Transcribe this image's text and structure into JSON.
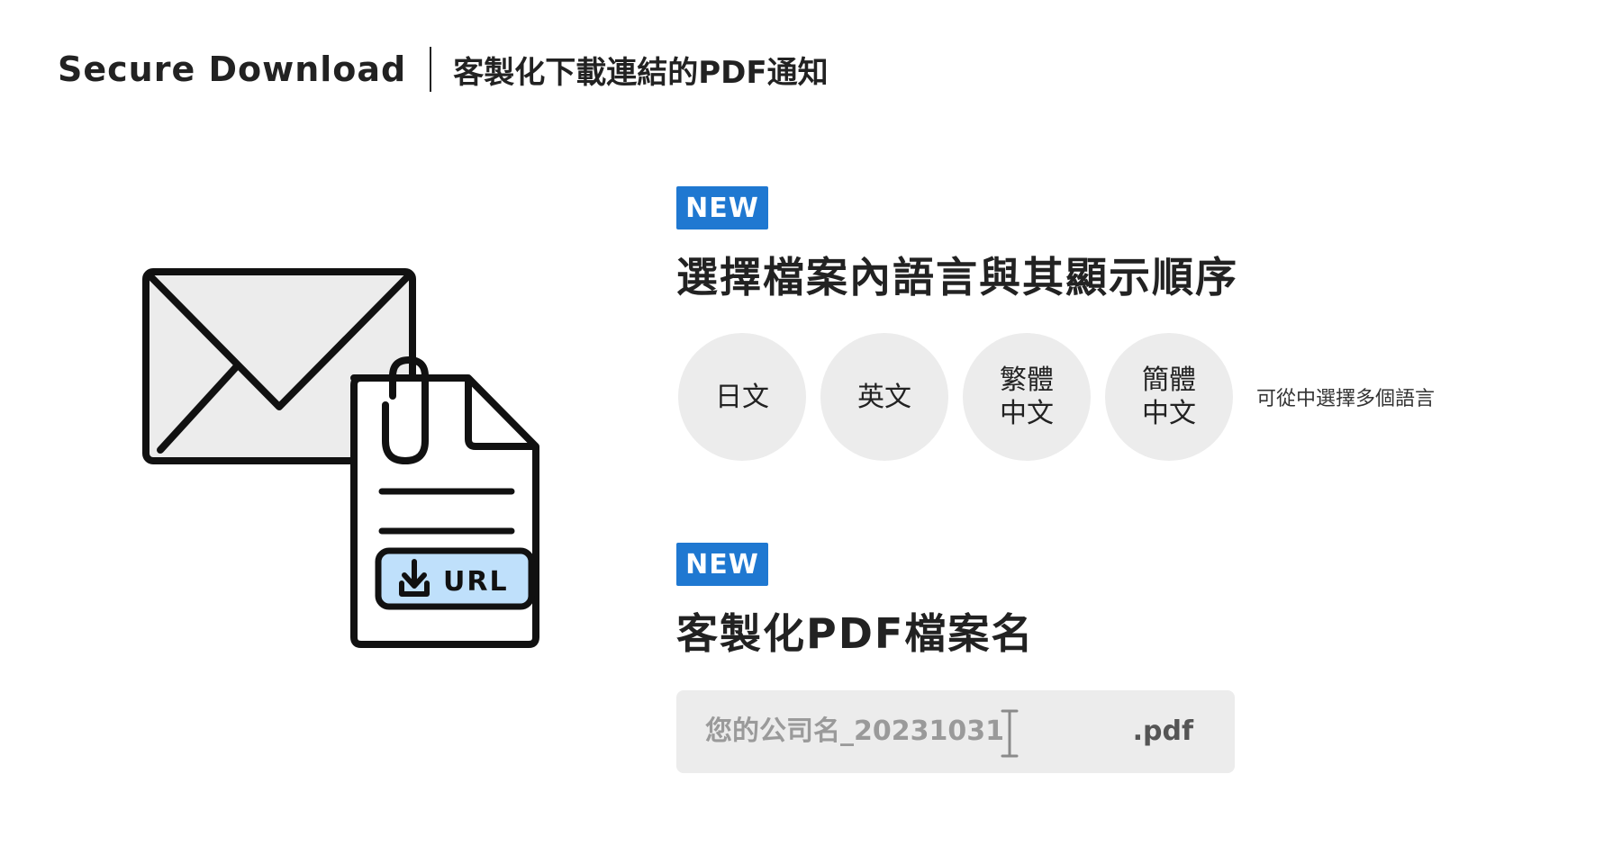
{
  "header": {
    "brand": "Secure Download",
    "subtitle": "客製化下載連結的PDF通知"
  },
  "illustration": {
    "envelope_icon": "envelope-icon",
    "document_icon": "document-icon",
    "paperclip_icon": "paperclip-icon",
    "download_icon": "download-icon",
    "url_label": "URL",
    "colors": {
      "outline": "#111111",
      "envelope_fill": "#ececec",
      "url_button_fill": "#bfe0fb"
    }
  },
  "section_language": {
    "badge": "NEW",
    "title": "選擇檔案內語言與其顯示順序",
    "languages": [
      {
        "label": "日文"
      },
      {
        "label": "英文"
      },
      {
        "label": "繁體\n中文"
      },
      {
        "label": "簡體\n中文"
      }
    ],
    "hint": "可從中選擇多個語言"
  },
  "section_filename": {
    "badge": "NEW",
    "title": "客製化PDF檔案名",
    "filename_value": "您的公司名_20231031",
    "extension": ".pdf"
  },
  "colors": {
    "badge": "#1f78d1",
    "circle": "#ececec",
    "input_bg": "#ececec"
  }
}
